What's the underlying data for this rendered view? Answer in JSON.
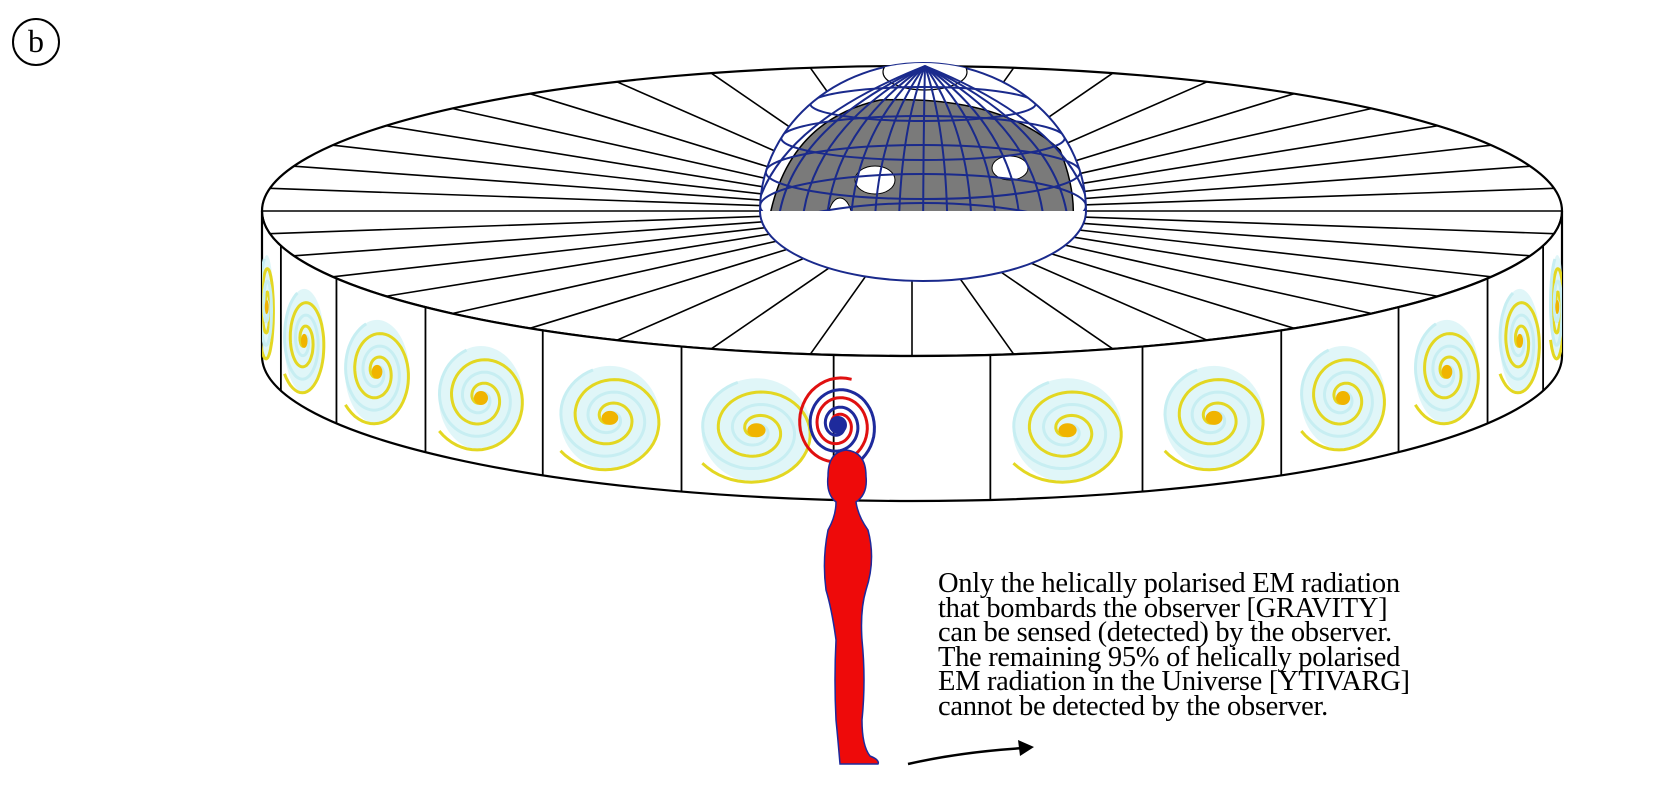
{
  "panel_label": "b",
  "caption_lines": [
    "Only the helically polarised EM radiation",
    "that bombards the observer [GRAVITY]",
    "can be sensed (detected) by the observer.",
    "The remaining 95% of helically polarised",
    "EM radiation in the Universe [YTIVARG]",
    "cannot be detected by the observer."
  ],
  "colors": {
    "disk_outline": "#000000",
    "globe_grid": "#1a2a8c",
    "globe_land": "#7a7a7a",
    "observer": "#ee0a0a",
    "galaxy_arm": "#e3d722",
    "galaxy_halo": "#c7eef2",
    "galaxy_core": "#f0b400",
    "helix_red": "#e01010",
    "helix_blue": "#1e2a9c"
  },
  "icons": [
    "galaxy-spiral-icon",
    "helix-spiral-icon",
    "globe-icon",
    "observer-figure-icon",
    "arrow-icon"
  ]
}
